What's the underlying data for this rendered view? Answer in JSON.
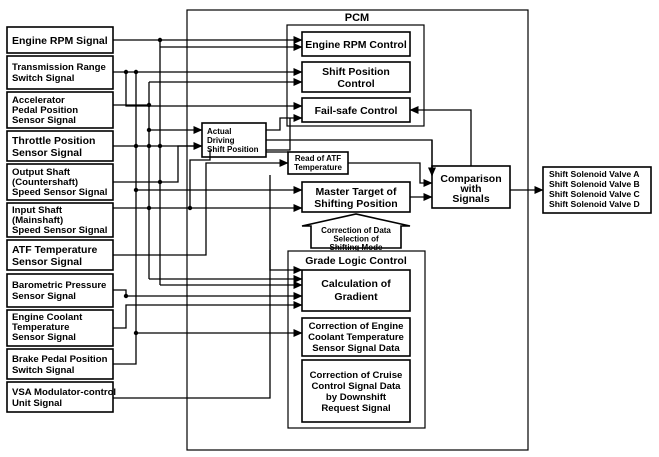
{
  "pcm_title": "PCM",
  "inputs": [
    {
      "lines": [
        "Engine RPM Signal"
      ]
    },
    {
      "lines": [
        "Transmission Range",
        "Switch Signal"
      ]
    },
    {
      "lines": [
        "Accelerator",
        "Pedal Position",
        "Sensor Signal"
      ]
    },
    {
      "lines": [
        "Throttle Position",
        "Sensor Signal"
      ]
    },
    {
      "lines": [
        "Output Shaft",
        "(Countershaft)",
        "Speed Sensor Signal"
      ]
    },
    {
      "lines": [
        "Input Shaft",
        "(Mainshaft)",
        "Speed Sensor Signal"
      ]
    },
    {
      "lines": [
        "ATF Temperature",
        "Sensor Signal"
      ]
    },
    {
      "lines": [
        "Barometric Pressure",
        "Sensor Signal"
      ]
    },
    {
      "lines": [
        "Engine Coolant",
        "Temperature",
        "Sensor Signal"
      ]
    },
    {
      "lines": [
        "Brake Pedal Position",
        "Switch Signal"
      ]
    },
    {
      "lines": [
        "VSA Modulator-control",
        "Unit Signal"
      ]
    }
  ],
  "blocks": {
    "engine_rpm_control": [
      "Engine RPM Control"
    ],
    "shift_position_control": [
      "Shift Position",
      "Control"
    ],
    "fail_safe_control": [
      "Fail-safe Control"
    ],
    "actual_driving_shift_position": [
      "Actual",
      "Driving",
      "Shift Position"
    ],
    "read_of_atf_temperature": [
      "Read of ATF",
      "Temperature"
    ],
    "master_target": [
      "Master Target of",
      "Shifting Position"
    ],
    "correction_note": [
      "Correction of Data",
      "Selection of",
      "Shifting Mode"
    ],
    "comparison_with_signals": [
      "Comparison",
      "with",
      "Signals"
    ],
    "grade_logic_control": [
      "Grade Logic Control"
    ],
    "calculation_of_gradient": [
      "Calculation of",
      "Gradient"
    ],
    "correction_engine_coolant": [
      "Correction of Engine",
      "Coolant Temperature",
      "Sensor Signal Data"
    ],
    "correction_cruise": [
      "Correction of Cruise",
      "Control Signal Data",
      "by Downshift",
      "Request Signal"
    ]
  },
  "outputs": [
    "Shift Solenoid Valve A",
    "Shift Solenoid Valve B",
    "Shift Solenoid Valve C",
    "Shift Solenoid Valve D"
  ]
}
